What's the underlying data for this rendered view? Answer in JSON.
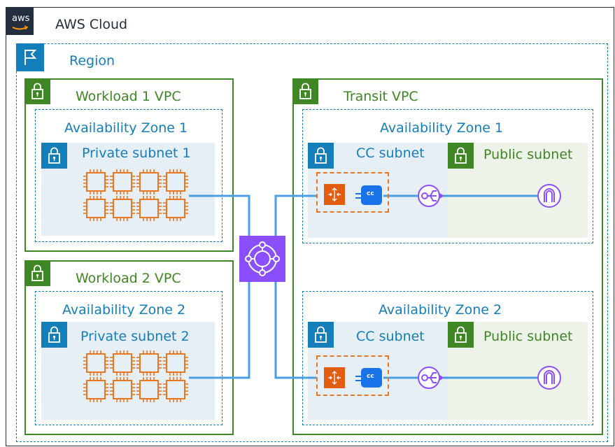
{
  "cloud": {
    "label": "AWS Cloud",
    "logo_text": "aws"
  },
  "region": {
    "label": "Region"
  },
  "workload1": {
    "vpc_label": "Workload 1 VPC",
    "az_label": "Availability Zone 1",
    "subnet_label": "Private subnet 1"
  },
  "workload2": {
    "vpc_label": "Workload 2 VPC",
    "az_label": "Availability Zone 2",
    "subnet_label": "Private subnet 2"
  },
  "transit": {
    "vpc_label": "Transit VPC",
    "az1": {
      "label": "Availability Zone 1",
      "cc_subnet": "CC subnet",
      "public_subnet": "Public subnet",
      "cc_badge": "cc"
    },
    "az2": {
      "label": "Availability Zone 2",
      "cc_subnet": "CC subnet",
      "public_subnet": "Public subnet",
      "cc_badge": "cc"
    }
  },
  "colors": {
    "cloud_border": "#232f3e",
    "region_border": "#147eba",
    "vpc_border": "#3f8624",
    "private_fill": "#e6eef6",
    "public_fill": "#eef3e9",
    "compute_orange": "#e87722",
    "tgw_purple": "#8c4fff",
    "elb_purple": "#8c4fff",
    "link_blue": "#4a9fe0",
    "cc_blue": "#1a73e8"
  },
  "icons": [
    "aws-logo",
    "region-flag-icon",
    "vpc-lock-icon",
    "subnet-lock-icon",
    "ec2-instance-icon",
    "transit-gateway-icon",
    "gateway-router-icon",
    "cloud-connector-icon",
    "load-balancer-icon",
    "internet-gateway-icon"
  ]
}
